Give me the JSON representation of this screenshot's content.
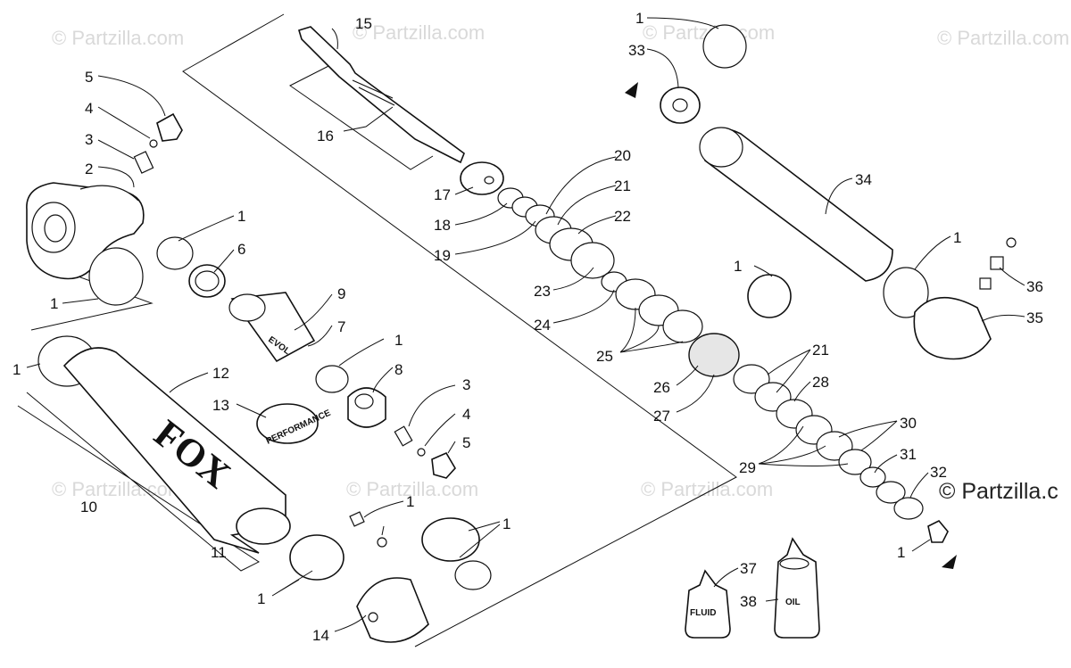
{
  "watermark": "© Partzilla.com",
  "brand_watermark": "© Partzilla.c",
  "labels": {
    "fox": "FOX",
    "evol": "EVOL",
    "performance": "PERFORMANCE",
    "fluid": "FLUID",
    "oil": "OIL"
  },
  "callouts": [
    {
      "id": "c15a",
      "text": "15"
    },
    {
      "id": "c16",
      "text": "16"
    },
    {
      "id": "c5a",
      "text": "5"
    },
    {
      "id": "c4a",
      "text": "4"
    },
    {
      "id": "c3a",
      "text": "3"
    },
    {
      "id": "c2",
      "text": "2"
    },
    {
      "id": "c1a",
      "text": "1"
    },
    {
      "id": "c6",
      "text": "6"
    },
    {
      "id": "c9",
      "text": "9"
    },
    {
      "id": "c7",
      "text": "7"
    },
    {
      "id": "c1b",
      "text": "1"
    },
    {
      "id": "c1c",
      "text": "1"
    },
    {
      "id": "c8",
      "text": "8"
    },
    {
      "id": "c12",
      "text": "12"
    },
    {
      "id": "c1d",
      "text": "1"
    },
    {
      "id": "c13",
      "text": "13"
    },
    {
      "id": "c3b",
      "text": "3"
    },
    {
      "id": "c4b",
      "text": "4"
    },
    {
      "id": "c5b",
      "text": "5"
    },
    {
      "id": "c10",
      "text": "10"
    },
    {
      "id": "c1e",
      "text": "1"
    },
    {
      "id": "c1f",
      "text": "1"
    },
    {
      "id": "c11",
      "text": "11"
    },
    {
      "id": "c1g",
      "text": "1"
    },
    {
      "id": "c14",
      "text": "14"
    },
    {
      "id": "c17",
      "text": "17"
    },
    {
      "id": "c18",
      "text": "18"
    },
    {
      "id": "c19",
      "text": "19"
    },
    {
      "id": "c20",
      "text": "20"
    },
    {
      "id": "c21a",
      "text": "21"
    },
    {
      "id": "c22",
      "text": "22"
    },
    {
      "id": "c23",
      "text": "23"
    },
    {
      "id": "c24",
      "text": "24"
    },
    {
      "id": "c25",
      "text": "25"
    },
    {
      "id": "c26",
      "text": "26"
    },
    {
      "id": "c27",
      "text": "27"
    },
    {
      "id": "c1h",
      "text": "1"
    },
    {
      "id": "c33",
      "text": "33"
    },
    {
      "id": "c34",
      "text": "34"
    },
    {
      "id": "c1i",
      "text": "1"
    },
    {
      "id": "c36",
      "text": "36"
    },
    {
      "id": "c35",
      "text": "35"
    },
    {
      "id": "c1j",
      "text": "1"
    },
    {
      "id": "c21b",
      "text": "21"
    },
    {
      "id": "c28",
      "text": "28"
    },
    {
      "id": "c30",
      "text": "30"
    },
    {
      "id": "c29",
      "text": "29"
    },
    {
      "id": "c31",
      "text": "31"
    },
    {
      "id": "c32",
      "text": "32"
    },
    {
      "id": "c1k",
      "text": "1"
    },
    {
      "id": "c37",
      "text": "37"
    },
    {
      "id": "c38",
      "text": "38"
    }
  ]
}
